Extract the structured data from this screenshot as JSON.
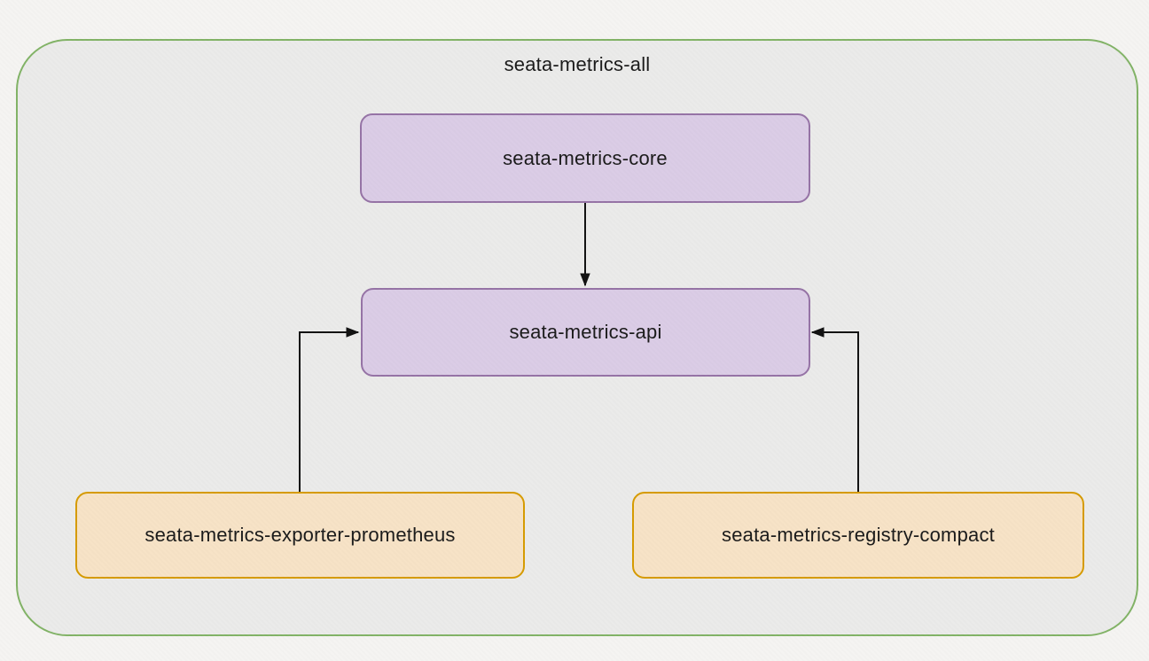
{
  "diagram": {
    "type": "module-dependency-diagram",
    "container": {
      "label": "seata-metrics-all"
    },
    "nodes": {
      "core": {
        "label": "seata-metrics-core",
        "style": "purple"
      },
      "api": {
        "label": "seata-metrics-api",
        "style": "purple"
      },
      "exporter": {
        "label": "seata-metrics-exporter-prometheus",
        "style": "orange"
      },
      "registry": {
        "label": "seata-metrics-registry-compact",
        "style": "orange"
      }
    },
    "edges": [
      {
        "from": "seata-metrics-core",
        "to": "seata-metrics-api",
        "direction": "down"
      },
      {
        "from": "seata-metrics-exporter-prometheus",
        "to": "seata-metrics-api",
        "direction": "up-then-right"
      },
      {
        "from": "seata-metrics-registry-compact",
        "to": "seata-metrics-api",
        "direction": "up-then-left"
      }
    ],
    "colors": {
      "page_background": "#f5f4f2",
      "container_fill": "#ebebea",
      "container_border": "#82b366",
      "purple_fill": "#dbcce6",
      "purple_border": "#9673a6",
      "orange_fill": "#f7e3c6",
      "orange_border": "#d79b00",
      "arrow": "#111111",
      "text": "#1a1a1a"
    }
  }
}
